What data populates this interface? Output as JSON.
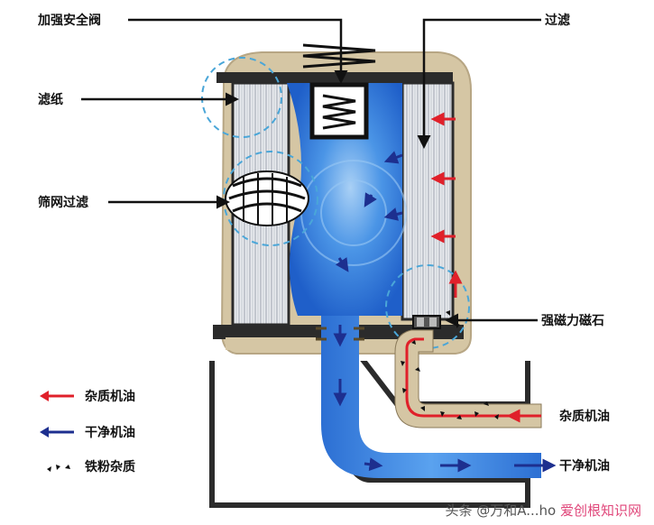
{
  "labels": {
    "safety_valve": "加强安全阀",
    "filter_paper": "滤纸",
    "screen_filter": "筛网过滤",
    "filtration": "过滤",
    "strong_magnet": "强磁力磁石",
    "dirty_oil_in": "杂质机油",
    "clean_oil_out": "干净机油"
  },
  "legend": [
    {
      "label": "杂质机油",
      "icon": "red-arrow-icon",
      "color": "#e0202a"
    },
    {
      "label": "干净机油",
      "icon": "blue-arrow-icon",
      "color": "#1d2f8f"
    },
    {
      "label": "铁粉杂质",
      "icon": "iron-particles-icon",
      "color": "#111111"
    }
  ],
  "watermark": {
    "prefix": "头条 @万和A...ho",
    "site": "爱创根知识网"
  },
  "colors": {
    "housing": "#d5c6a4",
    "filter_paper": "#e6e8ec",
    "clean_oil": "#2a73d8",
    "dirty_oil": "#e0202a",
    "callout": "#4aa6d8"
  }
}
